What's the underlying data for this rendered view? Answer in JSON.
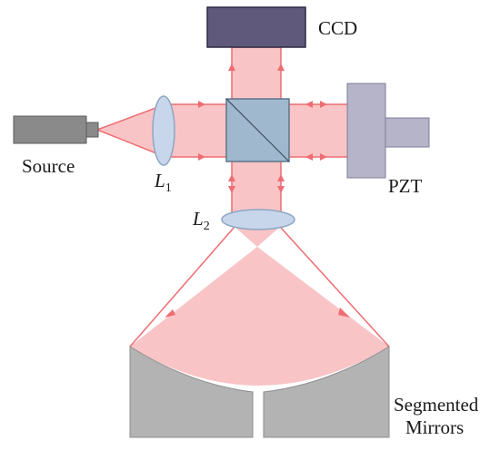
{
  "labels": {
    "ccd": "CCD",
    "source": "Source",
    "pzt": "PZT",
    "lens1_letter": "L",
    "lens1_sub": "1",
    "lens2_letter": "L",
    "lens2_sub": "2",
    "mirrors_line1": "Segmented",
    "mirrors_line2": "Mirrors"
  },
  "colors": {
    "beam_fill": "#f9c4c6",
    "beam_line": "#ee6d72",
    "ccd_fill": "#5f5a7c",
    "source_fill": "#8a8a8a",
    "lens_fill": "#c7d6ea",
    "beamsplitter_fill": "#9fb8cd",
    "pzt_fill": "#b5b4c8",
    "mirror_fill": "#b3b3b3"
  }
}
